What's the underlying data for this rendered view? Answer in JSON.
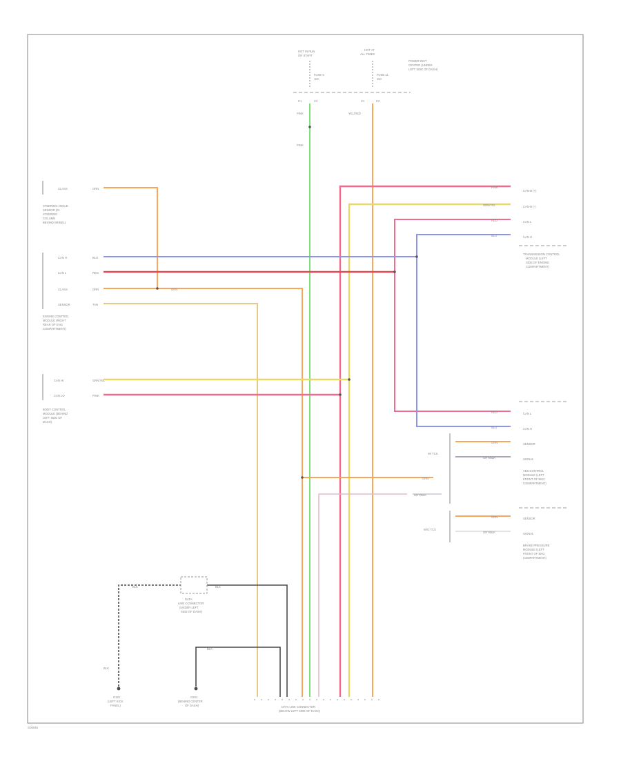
{
  "labels": {
    "fuse_left_top": "HOT IN RUN",
    "fuse_left_sub": "OR START",
    "fuse_mid_top": "HOT AT",
    "fuse_mid_sub": "ALL TIMES",
    "fuse_block_caption_1": "POWER DIST",
    "fuse_block_caption_2": "CENTER (UNDER",
    "fuse_block_caption_3": "LEFT SIDE OF DASH)",
    "fuse_small_1": "FUSE 6",
    "fuse_small_2": "10A",
    "fuse_small_3": "FUSE 11",
    "fuse_small_4": "15A",
    "splice_1": "C1",
    "splice_2": "C2",
    "splice_3": "C1",
    "splice_4": "C2",
    "wire_pink": "PINK",
    "wire_yel_red": "YEL/RED",
    "wire_pink_mid": "PINK",
    "steering_module_text_1": "STEERING ANGLE",
    "steering_module_text_2": "SENSOR (IN",
    "steering_module_text_3": "STEERING",
    "steering_module_text_4": "COLUMN",
    "steering_module_text_5": "BEHIND WHEEL)",
    "steering_pin": "CLASS",
    "steering_wire": "ORN",
    "ecm_pin_1": "CAN H",
    "ecm_pin_2": "CAN L",
    "ecm_pin_3": "CLASS",
    "ecm_pin_4": "SENSOR",
    "ecm_wire_1": "BLU",
    "ecm_wire_2": "RED",
    "ecm_wire_3": "ORN",
    "ecm_wire_4": "TAN",
    "ecm_text_1": "ENGINE CONTROL",
    "ecm_text_2": "MODULE (RIGHT",
    "ecm_text_3": "REAR OF ENG",
    "ecm_text_4": "COMPARTMENT)",
    "ecm_wire_orn_mid": "ORN",
    "lower_module_pin_1": "CAN HI",
    "lower_module_pin_2": "CAN LO",
    "lower_wire_1": "GRN/YEL",
    "lower_wire_2": "PINK",
    "lower_module_text_1": "BODY CONTROL",
    "lower_module_text_2": "MODULE (BEHIND",
    "lower_module_text_3": "LEFT SIDE OF",
    "lower_module_text_4": "DASH)",
    "tcm_pin_1": "CAN-B (+)",
    "tcm_pin_2": "CAN-B (-)",
    "tcm_pin_3": "CAN L",
    "tcm_pin_4": "CAN H",
    "tcm_wire_1": "PINK",
    "tcm_wire_2": "GRN/YEL",
    "tcm_wire_3": "RED",
    "tcm_wire_4": "BLU",
    "tcm_text_1": "TRANSMISSION CONTROL",
    "tcm_text_2": "MODULE (LEFT",
    "tcm_text_3": "SIDE OF ENGINE",
    "tcm_text_4": "COMPARTMENT)",
    "abs_pin_1": "CAN L",
    "abs_pin_2": "CAN H",
    "abs_pin_3": "SENSOR",
    "abs_pin_4": "SIGNAL",
    "abs_wire_1": "RED",
    "abs_wire_2": "BLU",
    "abs_wire_3": "ORN",
    "abs_wire_4": "GRY/BLK",
    "abs_text_1": "ABS CONTROL",
    "abs_text_2": "MODULE (LEFT",
    "abs_text_3": "FRONT OF ENG",
    "abs_text_4": "COMPARTMENT)",
    "abs_variant": "W/ TCS",
    "brake_pin_1": "SENSOR",
    "brake_pin_2": "SIGNAL",
    "brake_wire_1": "ORN",
    "brake_wire_2": "GRY/BLK",
    "brake_text_1": "BRAKE PRESSURE",
    "brake_text_2": "MODULE (LEFT",
    "brake_text_3": "FRONT OF ENG",
    "brake_text_4": "COMPARTMENT)",
    "brake_variant": "W/O TCS",
    "mid_wire_orn": "ORN",
    "mid_wire_gry": "GRY/BLK",
    "ground_wire_1": "BLK",
    "ground_wire_2": "BLK",
    "ground_wire_3": "BLK",
    "ground_wire_4": "BLK",
    "ground_1_text_1": "G101",
    "ground_1_text_2": "(LEFT KICK",
    "ground_1_text_3": "PANEL)",
    "ground_2_text_1": "G201",
    "ground_2_text_2": "(BEHIND CENTER",
    "ground_2_text_3": "OF DASH)",
    "junction_text_1": "DATA",
    "junction_text_2": "LINK CONNECTOR",
    "junction_text_3": "(UNDER LEFT",
    "junction_text_4": "SIDE OF DASH)",
    "dlc_text_1": "DATA LINK CONNECTOR",
    "dlc_text_2": "(BELOW LEFT SIDE OF DASH)",
    "footer_code": "G00046"
  },
  "colors": {
    "pink": "#f26a8d",
    "yellow": "#e8d86a",
    "orange": "#f7a65a",
    "blue": "#8c96f0",
    "red": "#e84a55",
    "green": "#7ee07a",
    "tan": "#e6c98a",
    "gray": "#a7a7b4",
    "black": "#4a4a4a",
    "frame": "#9a9a9a"
  }
}
